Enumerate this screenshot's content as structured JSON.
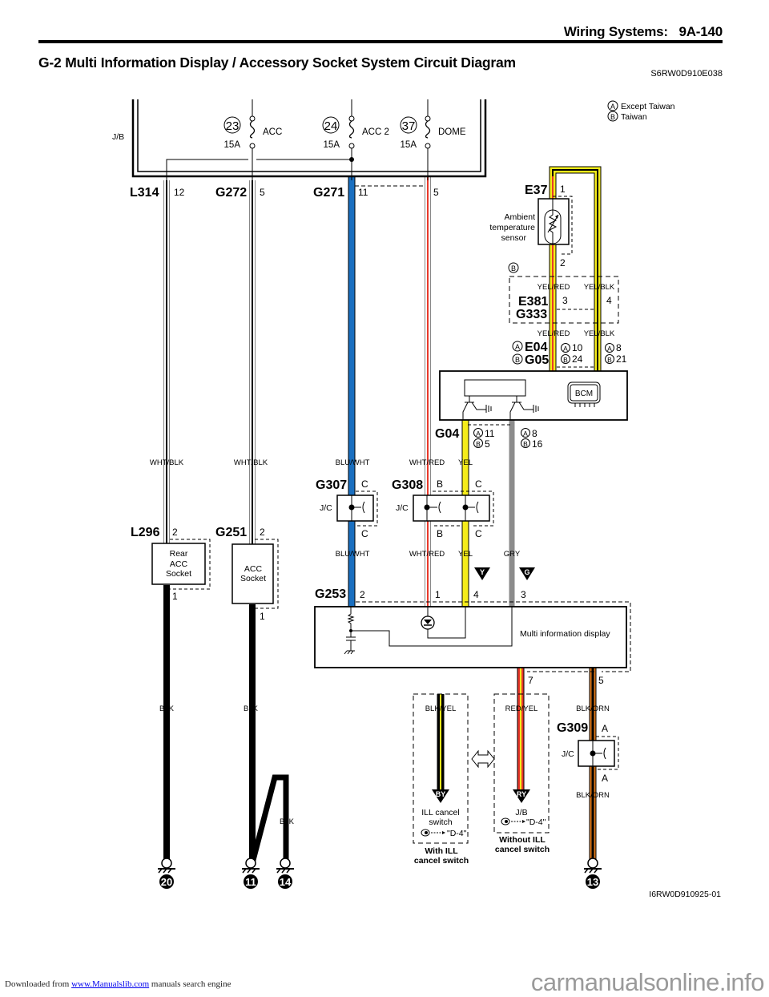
{
  "header": {
    "section": "Wiring Systems:",
    "page": "9A-140",
    "title": "G-2 Multi Information Display / Accessory Socket System Circuit Diagram",
    "doc_id": "S6RW0D910E038"
  },
  "legend": {
    "a_mark": "A",
    "a_text": "Except Taiwan",
    "b_mark": "B",
    "b_text": "Taiwan"
  },
  "junction_block": {
    "label": "J/B",
    "fuses": [
      {
        "number": "23",
        "rating": "15A",
        "name": "ACC"
      },
      {
        "number": "24",
        "rating": "15A",
        "name": "ACC 2"
      },
      {
        "number": "37",
        "rating": "15A",
        "name": "DOME"
      }
    ]
  },
  "connectors": {
    "l314": {
      "name": "L314",
      "pin": "12"
    },
    "g272": {
      "name": "G272",
      "pin": "5"
    },
    "g271": {
      "name": "G271",
      "pin_a": "11",
      "pin_b": "5"
    },
    "e37": {
      "name": "E37",
      "pin_top": "1",
      "pin_bottom": "2"
    },
    "e381": {
      "name_a": "E381",
      "name_b": "G333",
      "pin_a": "3",
      "pin_b": "4",
      "variant": "B"
    },
    "e04": {
      "name_a": "E04",
      "name_b": "G05",
      "pin1_a": "10",
      "pin1_b": "24",
      "pin2_a": "8",
      "pin2_b": "21"
    },
    "g04": {
      "name": "G04",
      "pin1_a": "11",
      "pin1_b": "5",
      "pin2_a": "8",
      "pin2_b": "16"
    },
    "g307": {
      "name": "G307",
      "pin_top": "C",
      "pin_bottom": "C",
      "jc": "J/C"
    },
    "g308": {
      "name": "G308",
      "pin1_top": "B",
      "pin2_top": "C",
      "pin1_bottom": "B",
      "pin2_bottom": "C",
      "jc": "J/C"
    },
    "l296": {
      "name": "L296",
      "pin_top": "2",
      "pin_bottom": "1"
    },
    "g251": {
      "name": "G251",
      "pin_top": "2",
      "pin_bottom": "1"
    },
    "g253": {
      "name": "G253",
      "pins": [
        "2",
        "1",
        "4",
        "3"
      ],
      "pin_7": "7",
      "pin_5": "5"
    },
    "g309": {
      "name": "G309",
      "pin_top": "A",
      "pin_bottom": "A",
      "jc": "J/C"
    }
  },
  "components": {
    "sensor": [
      "Ambient",
      "temperature",
      "sensor"
    ],
    "bcm": "BCM",
    "rear_acc": [
      "Rear",
      "ACC",
      "Socket"
    ],
    "acc": [
      "ACC",
      "Socket"
    ],
    "mid": "Multi information display",
    "ill_cancel": [
      "ILL cancel",
      "switch"
    ],
    "jb_ref": "J/B",
    "ref_d4": "\"D-4\"",
    "with_ill": [
      "With ILL",
      "cancel switch"
    ],
    "without_ill": [
      "Without ILL",
      "cancel switch"
    ]
  },
  "wire_colors": {
    "wht_blk": "WHT/BLK",
    "blu_wht": "BLU/WHT",
    "wht_red": "WHT/RED",
    "yel": "YEL",
    "gry": "GRY",
    "yel_red": "YEL/RED",
    "yel_blk": "YEL/BLK",
    "blk": "BLK",
    "blk_yel": "BLK/YEL",
    "red_yel": "RED/YEL",
    "blk_orn": "BLK/ORN"
  },
  "markers": {
    "y": "Y",
    "g": "G",
    "by": "BY",
    "ry": "RY"
  },
  "grounds": [
    "20",
    "11",
    "14",
    "13"
  ],
  "colors": {
    "blue": "#1a6fc0",
    "red": "#e8392b",
    "yellow": "#f5ec1a",
    "gray": "#8c8c8c",
    "orange": "#e07a1a",
    "black": "#000000"
  },
  "figure_id": "I6RW0D910925-01",
  "footer": {
    "prefix": "Downloaded from",
    "link": "www.Manualslib.com",
    "suffix": "manuals search engine",
    "watermark": "carmanualsonline.info"
  }
}
